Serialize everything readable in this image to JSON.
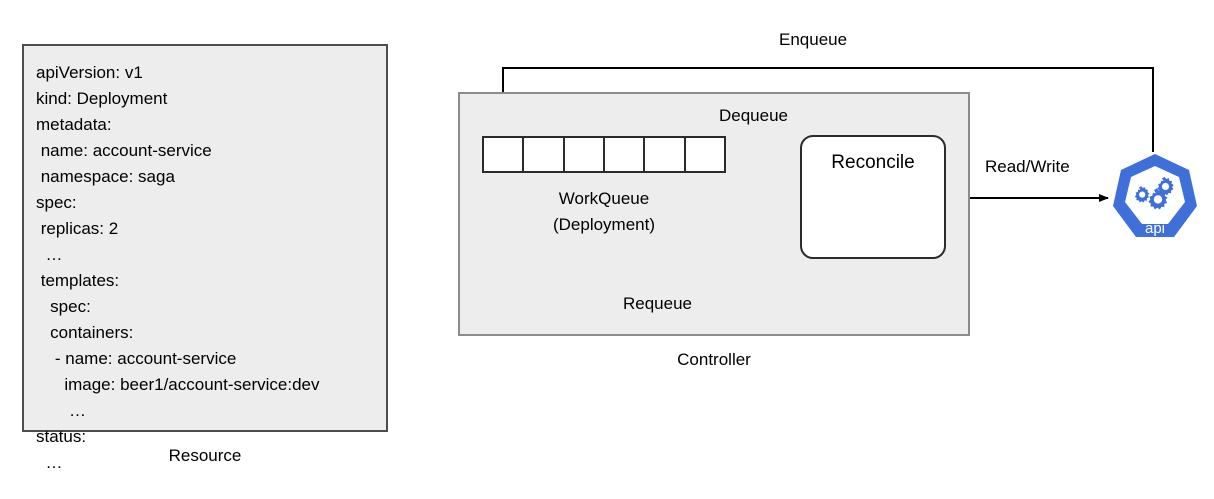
{
  "diagram": {
    "title": "Kubernetes controller reconcile loop",
    "colors": {
      "panel_fill": "#ededed",
      "resource_border": "#4d4d4d",
      "controller_border": "#8c8c8c",
      "stroke": "#2b2b2b",
      "k8s_blue": "#3f6fd8",
      "box_fill": "#ffffff"
    }
  },
  "resource": {
    "caption": "Resource",
    "yaml_lines": [
      "apiVersion: v1",
      "kind: Deployment",
      "metadata:",
      " name: account-service",
      " namespace: saga",
      "spec:",
      " replicas: 2",
      "  …",
      " templates:",
      "   spec:",
      "   containers:",
      "    - name: account-service",
      "      image: beer1/account-service:dev",
      "       …",
      "status:",
      "  …"
    ]
  },
  "controller": {
    "caption": "Controller",
    "workqueue": {
      "label_line1": "WorkQueue",
      "label_line2": "(Deployment)",
      "cell_count": 6
    },
    "reconcile": {
      "label": "Reconcile"
    }
  },
  "edges": {
    "enqueue": "Enqueue",
    "dequeue": "Dequeue",
    "requeue": "Requeue",
    "read_write": "Read/Write"
  },
  "api_server": {
    "logo_label": "api",
    "icon": "kubernetes-logo"
  }
}
